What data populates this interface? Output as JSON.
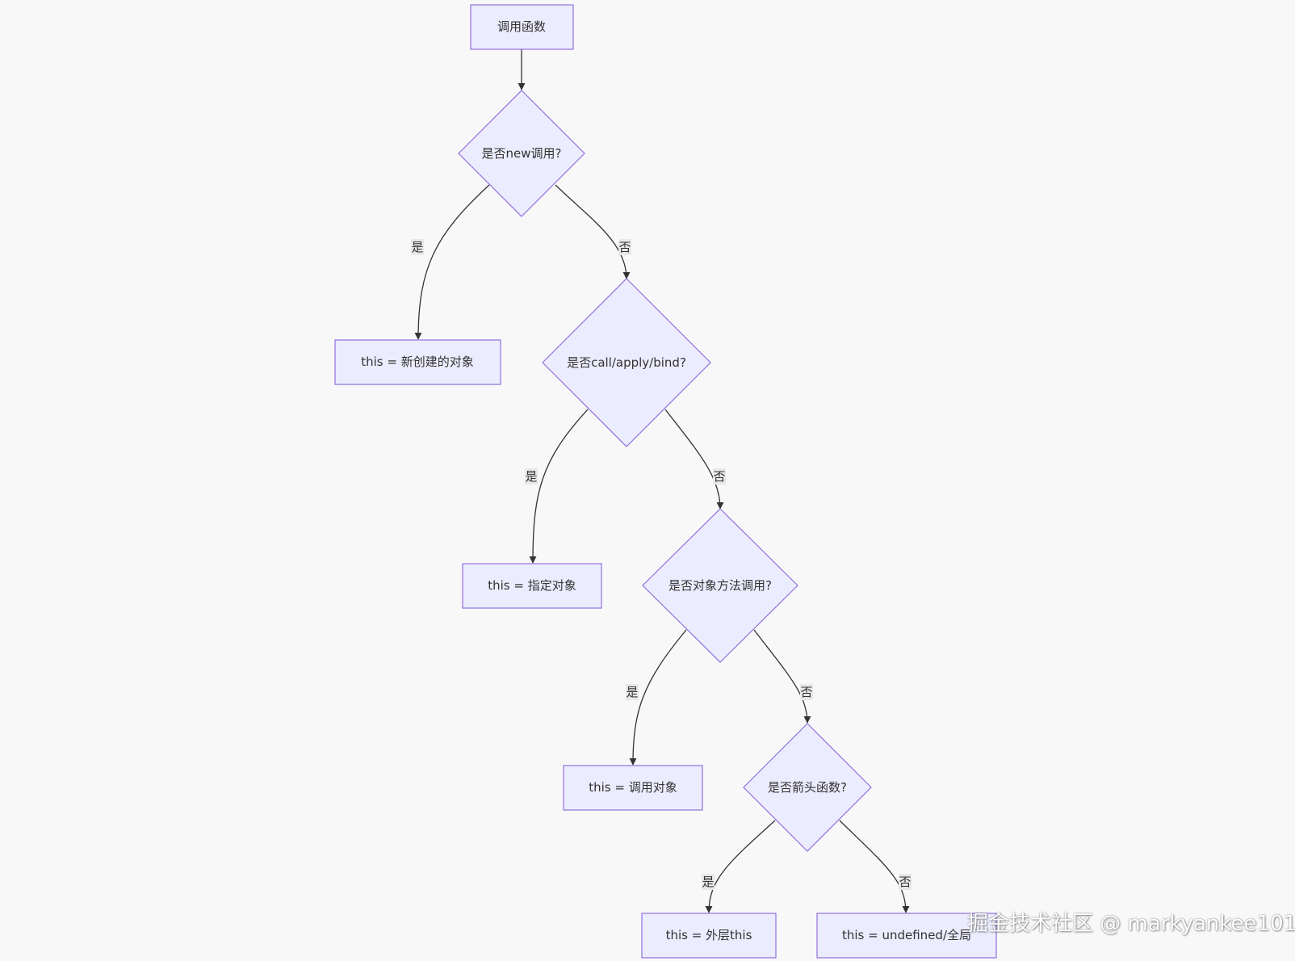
{
  "nodes": {
    "start": "调用函数",
    "q_new": "是否new调用?",
    "r_new": "this = 新创建的对象",
    "q_call": "是否call/apply/bind?",
    "r_call": "this = 指定对象",
    "q_method": "是否对象方法调用?",
    "r_method": "this = 调用对象",
    "q_arrow": "是否箭头函数?",
    "r_arrow": "this = 外层this",
    "r_default": "this = undefined/全局"
  },
  "edges": {
    "yes": "是",
    "no": "否"
  },
  "watermark": "掘金技术社区 @ markyankee101",
  "colors": {
    "node_fill": "#ececff",
    "node_stroke": "#9370db",
    "edge": "#333333",
    "background": "#f8f8f9"
  }
}
